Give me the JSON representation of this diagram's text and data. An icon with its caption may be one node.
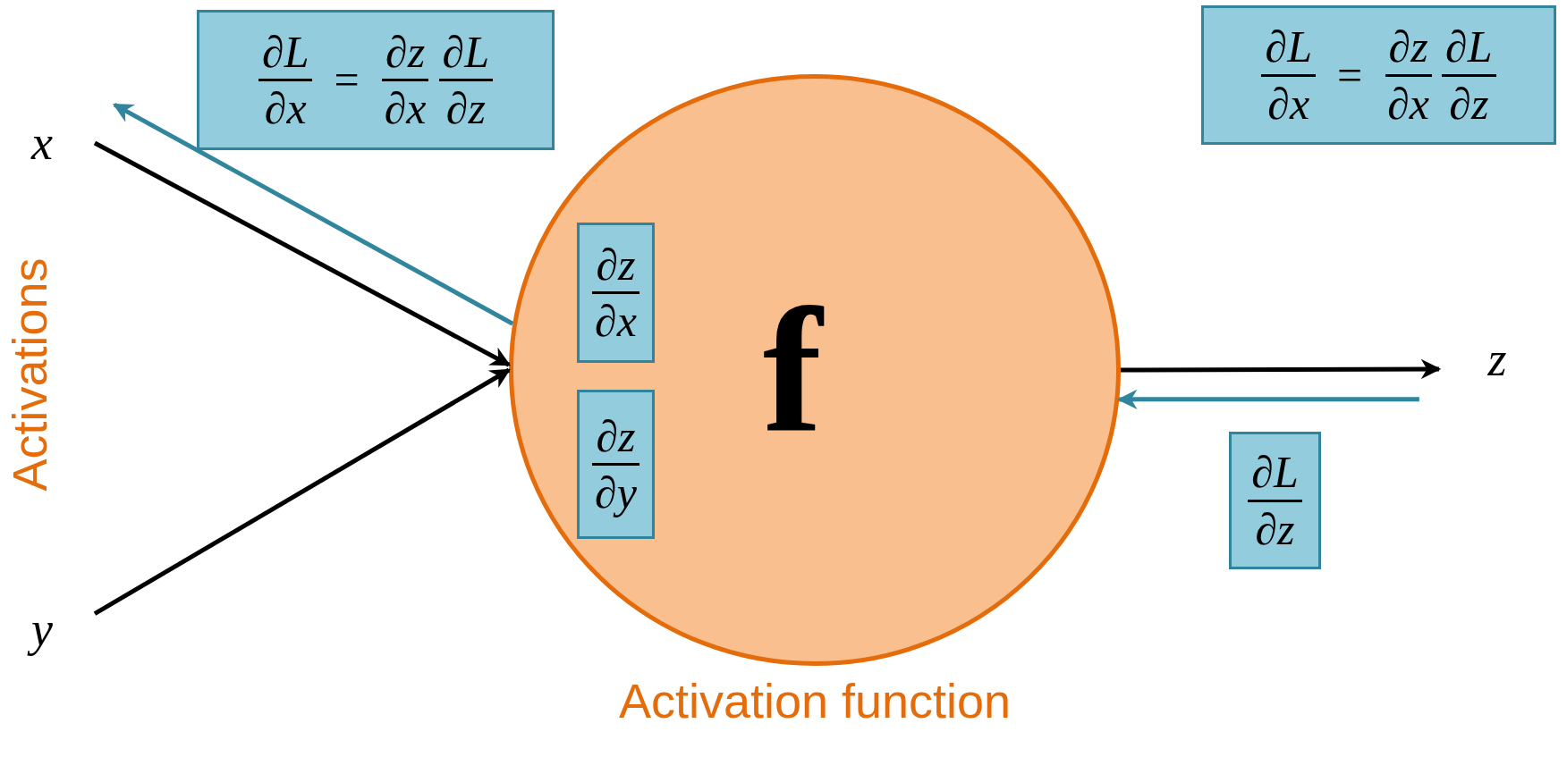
{
  "diagram": {
    "nodes": [
      {
        "text": [
          "x"
        ]
      },
      {
        "text": [
          "∂L",
          "∂x",
          "=",
          "∂z",
          "∂x",
          "∂L",
          "∂z"
        ]
      },
      {
        "text": [
          "∂L",
          "∂x",
          "=",
          "∂z",
          "∂x",
          "∂L",
          "∂z"
        ]
      },
      {
        "text": [
          "f"
        ],
        "beside": [
          "Activation function"
        ]
      },
      {
        "text": [
          "∂z",
          "∂x"
        ],
        "in": 3
      },
      {
        "text": [
          "∂z",
          "∂y"
        ],
        "in": 3
      },
      {
        "text": [
          "z"
        ]
      },
      {
        "text": [
          "∂L",
          "∂z"
        ]
      },
      {
        "text": [
          "y"
        ]
      }
    ],
    "edges": [
      {
        "from": 0,
        "to": 3,
        "arrow": "to"
      },
      {
        "from": 8,
        "to": 3,
        "arrow": "to"
      },
      {
        "from": 3,
        "to": 0,
        "arrow": "to",
        "color": "#31859c"
      },
      {
        "from": 3,
        "to": 6,
        "arrow": "to"
      },
      {
        "from": 6,
        "to": 3,
        "arrow": "to",
        "color": "#31859c"
      }
    ],
    "labels": [
      "Activations"
    ]
  }
}
